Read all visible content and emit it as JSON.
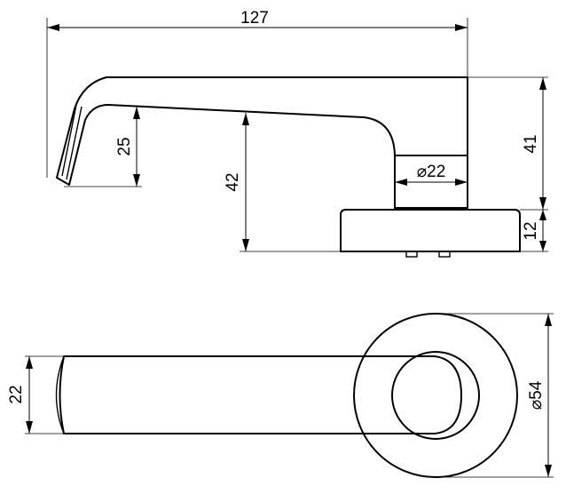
{
  "dimensions": {
    "overall_length": "127",
    "rose_height_top": "41",
    "rose_thickness": "12",
    "spindle_diameter": "22",
    "lever_depth": "42",
    "lever_tip_height": "25",
    "lever_width": "22",
    "rose_diameter": "54"
  },
  "symbols": {
    "diameter": "⌀"
  }
}
